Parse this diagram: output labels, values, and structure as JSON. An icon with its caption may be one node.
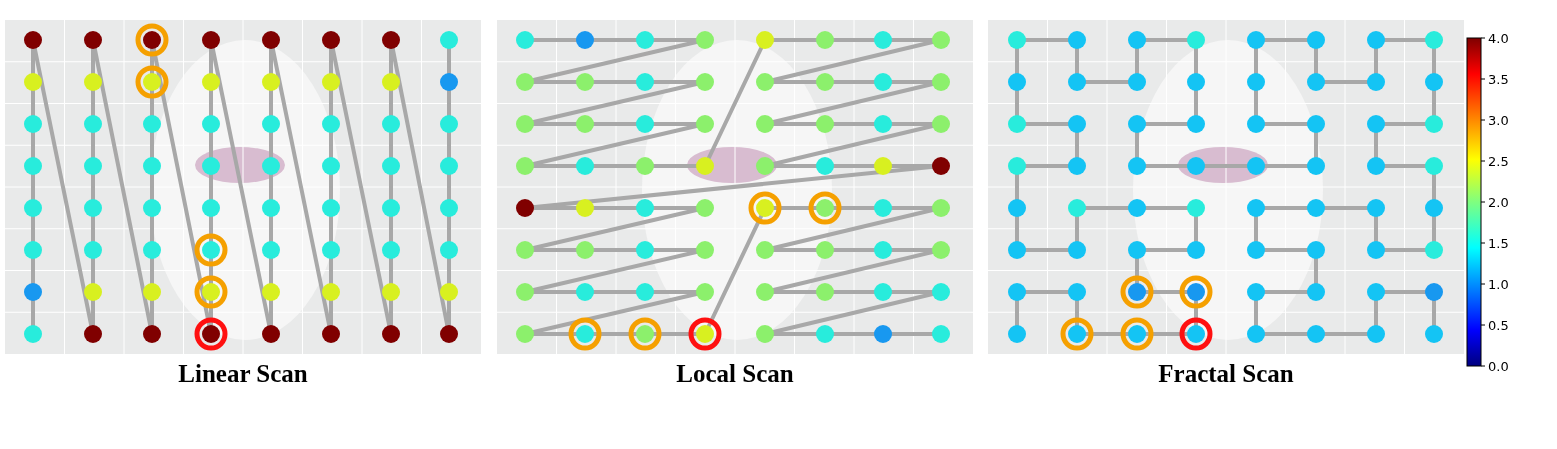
{
  "diagram": {
    "labels": [
      "Linear Scan",
      "Local Scan",
      "Fractal Scan",
      "4.0",
      "3.5",
      "3.0",
      "2.5",
      "2.0",
      "1.5",
      "1.0",
      "0.5",
      "0.0"
    ]
  }
}
